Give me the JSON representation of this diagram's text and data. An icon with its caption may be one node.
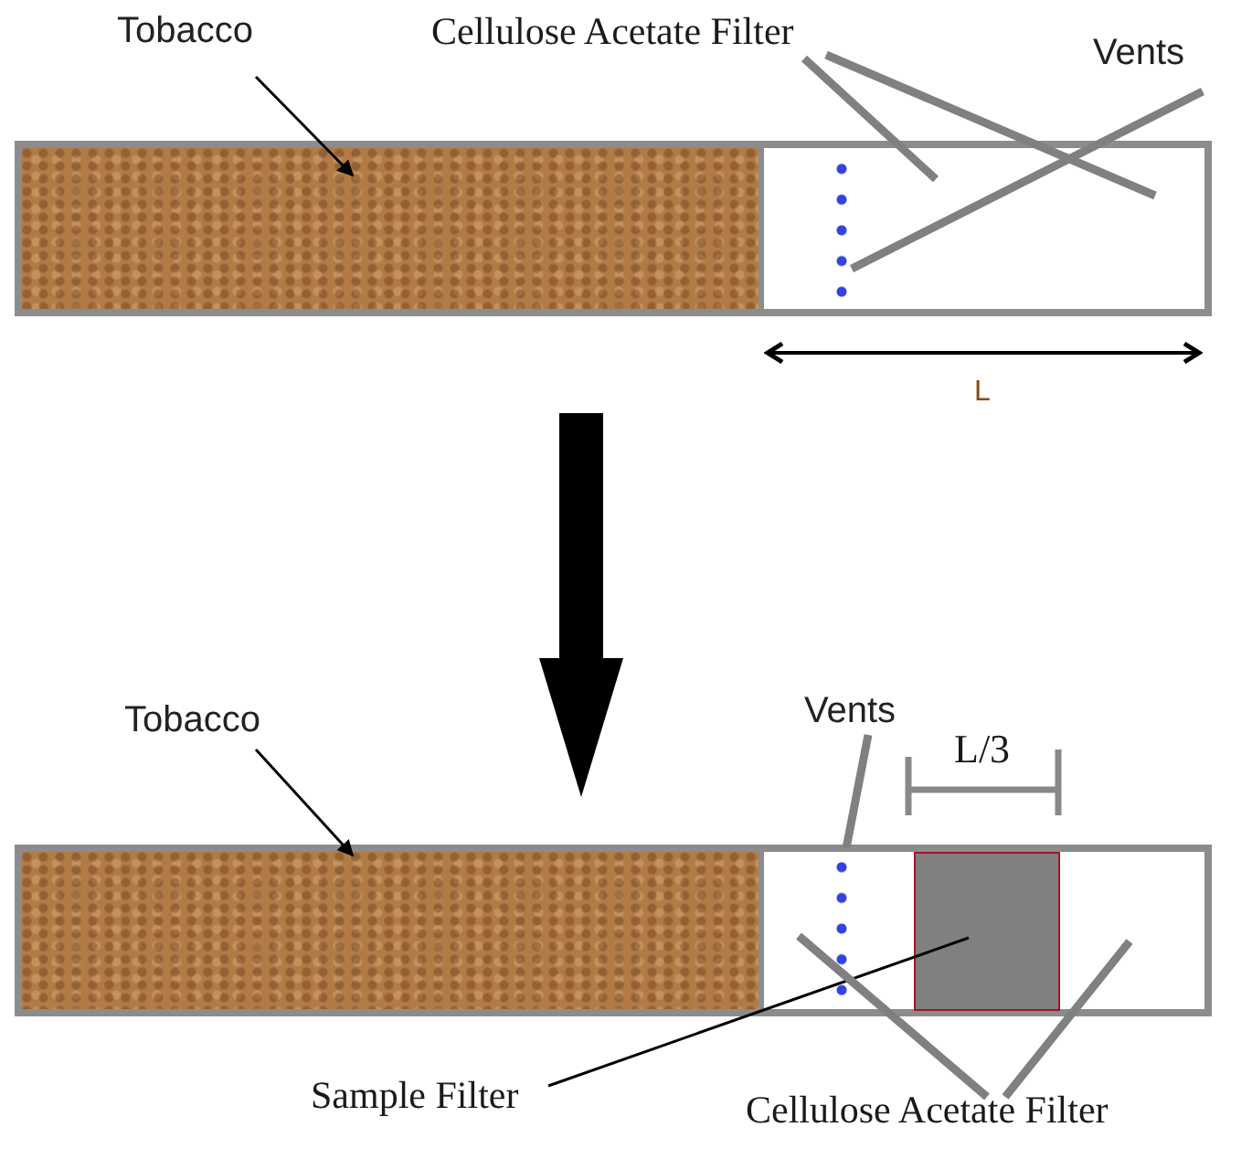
{
  "diagram": {
    "nodes": [
      {
        "text": [],
        "shape": "box"
      },
      {
        "text": [],
        "shape": "bar",
        "in": 0
      },
      {
        "text": [],
        "shape": "box",
        "in": 0
      },
      {
        "text": [],
        "shape": "bar",
        "in": 2
      },
      {
        "text": [
          "Tobacco"
        ]
      },
      {
        "text": [
          "Cellulose Acetate Filter"
        ]
      },
      {
        "text": [
          "Vents"
        ]
      },
      {
        "text": [],
        "shape": "box"
      },
      {
        "text": [],
        "shape": "bar",
        "in": 7
      },
      {
        "text": [],
        "shape": "box",
        "in": 7
      },
      {
        "text": [],
        "shape": "bar",
        "in": 9
      },
      {
        "text": [],
        "shape": "box",
        "in": 9
      },
      {
        "text": [
          "Tobacco"
        ]
      },
      {
        "text": [
          "Vents"
        ]
      },
      {
        "text": [
          "Sample Filter"
        ]
      },
      {
        "text": [
          "Cellulose Acetate Filter"
        ]
      }
    ],
    "edges": [
      {
        "from": 4,
        "to": 1,
        "arrow": "to",
        "color": "#000000"
      },
      {
        "from": 5,
        "to": 2,
        "arrow": "none"
      },
      {
        "from": 5,
        "to": 2,
        "arrow": "none"
      },
      {
        "from": 6,
        "to": 3,
        "arrow": "none"
      },
      {
        "from": 0,
        "to": 7,
        "arrow": "to",
        "style": "thick",
        "color": "#000000"
      },
      {
        "from": 12,
        "to": 8,
        "arrow": "to",
        "color": "#000000"
      },
      {
        "from": 13,
        "to": 10,
        "arrow": "none"
      },
      {
        "from": 14,
        "to": 11,
        "arrow": "none",
        "color": "#000000"
      },
      {
        "from": 15,
        "to": 9,
        "arrow": "none"
      },
      {
        "from": 15,
        "to": 9,
        "arrow": "none"
      }
    ],
    "labels": [
      "L",
      "L/3"
    ]
  }
}
